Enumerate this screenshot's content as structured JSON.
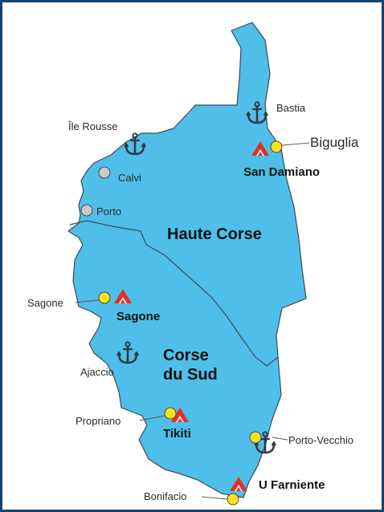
{
  "colors": {
    "frame": "#16426e",
    "sea": "#ffffff",
    "land": "#4fbfe9",
    "border": "#3a4a58",
    "campsite": "#e03027",
    "place_marker": "#f7e21c",
    "town_marker": "#c9c9c9",
    "anchor": "#2f3a44"
  },
  "regions": {
    "haute_corse": "Haute Corse",
    "corse_du_sud_line1": "Corse",
    "corse_du_sud_line2": "du Sud"
  },
  "towns": {
    "bastia": "Bastia",
    "ile_rousse": "Île Rousse",
    "biguglia": "Biguglia",
    "calvi": "Calvi",
    "porto": "Porto",
    "sagone": "Sagone",
    "ajaccio": "Ajaccio",
    "propriano": "Propriano",
    "porto_vecchio": "Porto-Vecchio",
    "bonifacio": "Bonifacio"
  },
  "campsites": {
    "san_damiano": "San Damiano",
    "sagone": "Sagone",
    "tikiti": "Tikiti",
    "u_farniente": "U Farniente"
  },
  "icons": {
    "anchor": "anchor-icon",
    "campsite": "campsite-tent-icon",
    "location_dot": "location-dot-icon"
  }
}
